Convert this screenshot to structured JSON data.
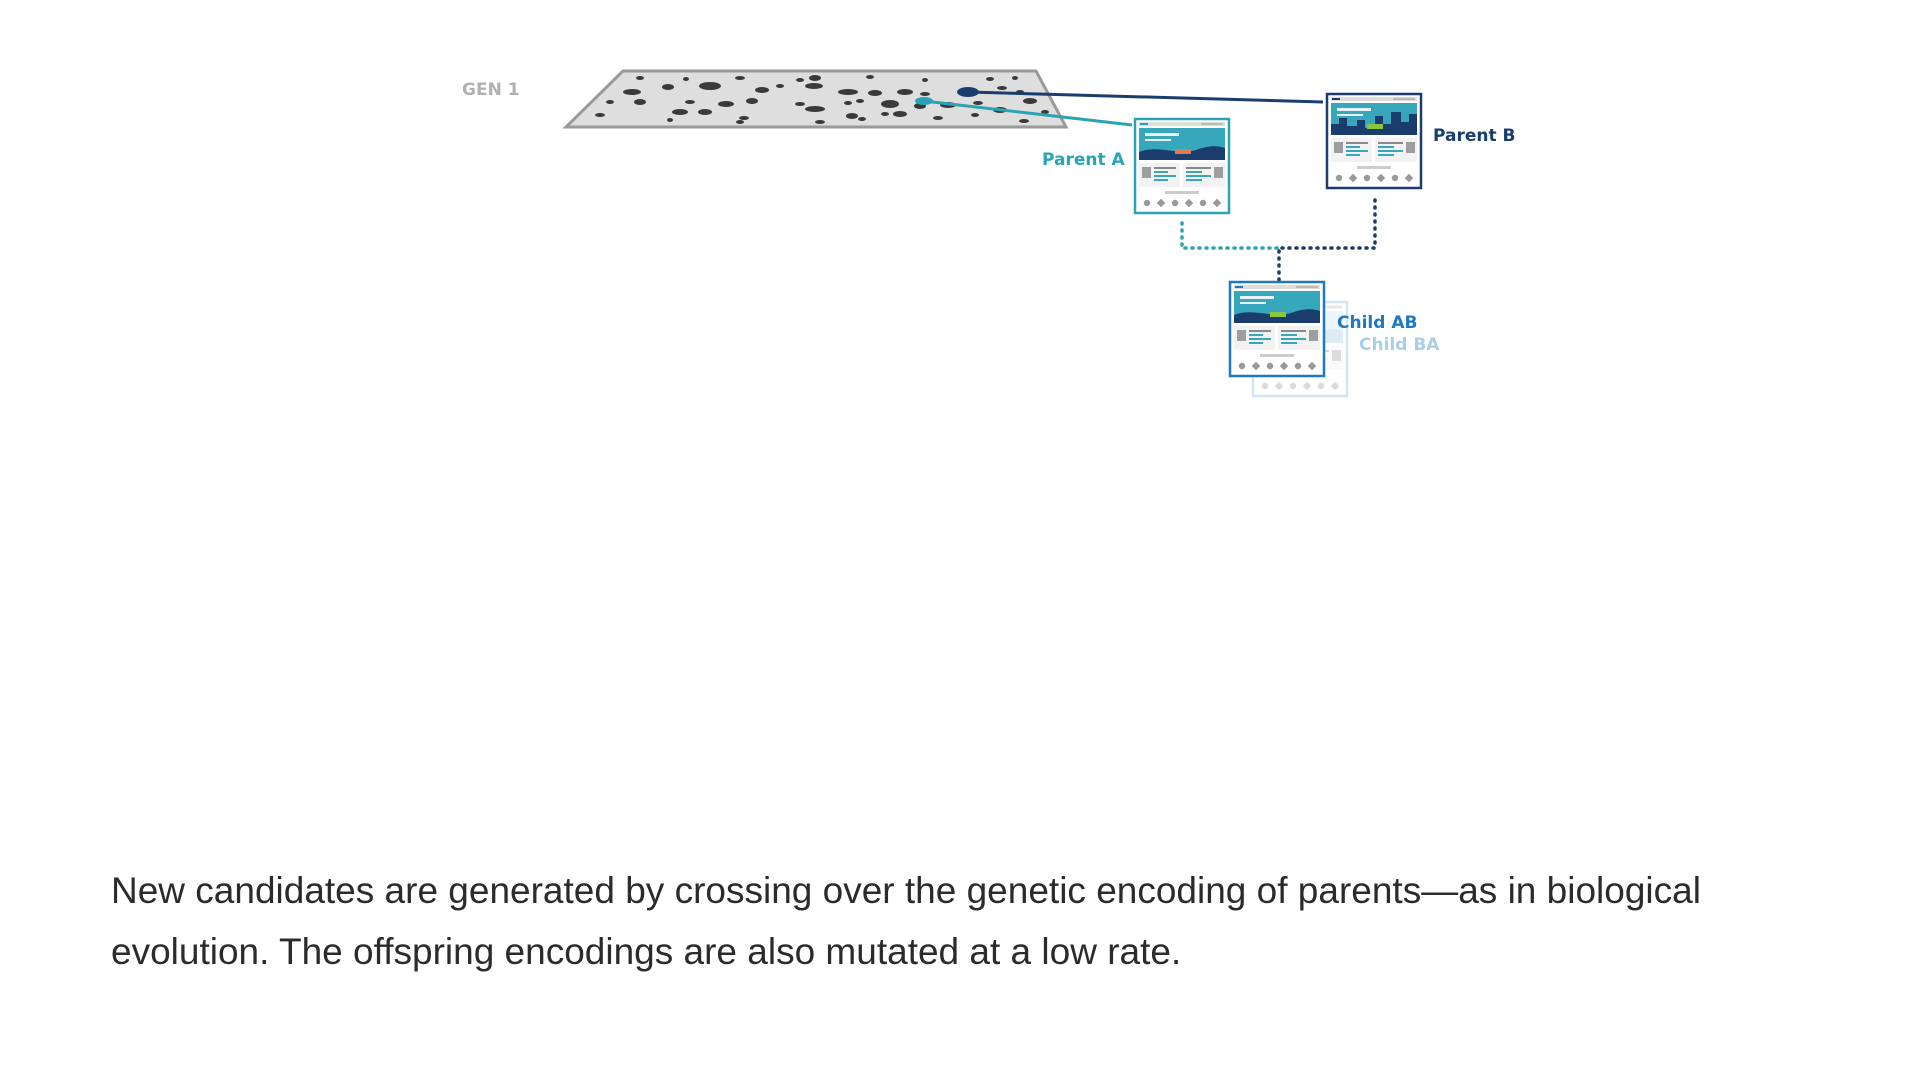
{
  "diagram": {
    "generation_label": "GEN 1",
    "parent_a_label": "Parent A",
    "parent_b_label": "Parent B",
    "child_ab_label": "Child AB",
    "child_ba_label": "Child BA",
    "icons": [
      "page-thumbnail-icon"
    ],
    "colors": {
      "generation_label": "#b0b0b0",
      "plane_fill": "#dedede",
      "plane_stroke": "#9a9a9a",
      "dots": "#3a3a3a",
      "parent_a": "#2aa3b4",
      "parent_b": "#1b3d6e",
      "child_ab": "#1f79c1",
      "child_ba": "#a9cfe8"
    }
  },
  "caption": {
    "text": "New candidates are generated by crossing over the genetic encoding of parents—as in biological evolution. The offspring encodings are also mutated at a low rate."
  }
}
